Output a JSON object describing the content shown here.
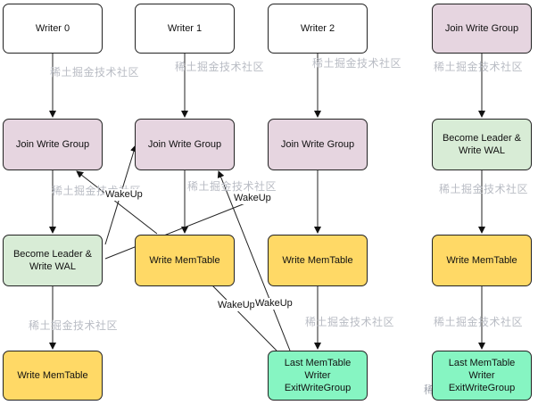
{
  "nodes": {
    "w0": "Writer 0",
    "w1": "Writer 1",
    "w2": "Writer 2",
    "jg_right": "Join Write Group",
    "jg0": "Join Write Group",
    "jg1": "Join Write Group",
    "jg2": "Join Write Group",
    "leader_right": "Become Leader & Write WAL",
    "leader0": "Become Leader & Write WAL",
    "mt1": "Write MemTable",
    "mt2": "Write MemTable",
    "mt_right": "Write MemTable",
    "mt0": "Write MemTable",
    "exit2": "Last MemTable Writer ExitWriteGroup",
    "exit_right": "Last MemTable Writer ExitWriteGroup"
  },
  "edge_labels": {
    "wake_a": "WakeUp",
    "wake_b": "WakeUp",
    "wake_c": "WakeUp",
    "wake_d": "WakeUp"
  },
  "watermark": "稀土掘金技术社区"
}
